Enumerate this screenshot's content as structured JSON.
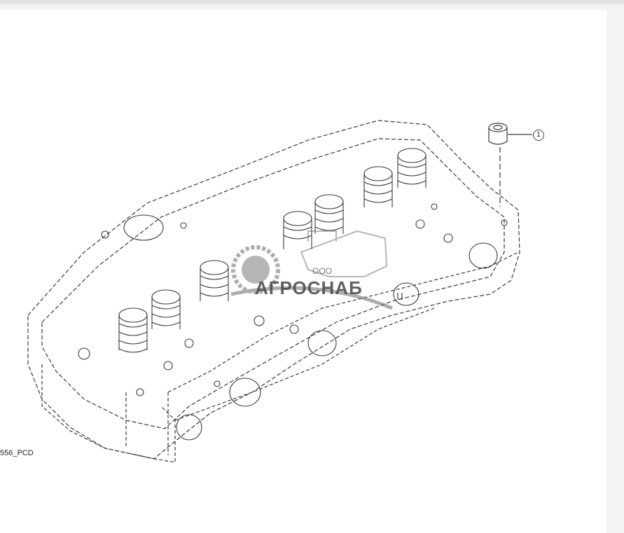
{
  "figure": {
    "reference_code": "556_PCD",
    "callout": "1"
  },
  "watermark": {
    "company_prefix": "ООО",
    "company_name": "АГРОСНАБ",
    "suffix": "u"
  },
  "colors": {
    "line": "#3a3a3a",
    "watermark_gray": "#6b6b6b",
    "background": "#ffffff",
    "chrome": "#f3f3f3"
  }
}
